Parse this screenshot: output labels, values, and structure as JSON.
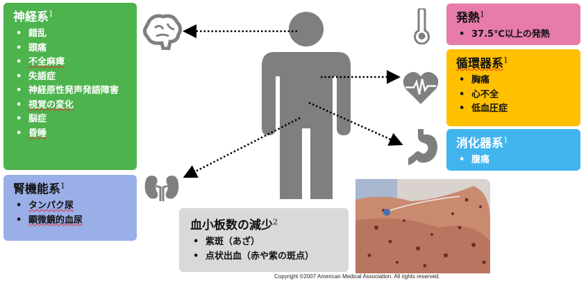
{
  "nervous": {
    "title": "神経系",
    "ref": "1",
    "items": [
      "錯乱",
      "頭痛",
      "不全麻痺",
      "失語症",
      "神経原性発声発語障害",
      "視覚の変化",
      "脳症",
      "昏睡"
    ]
  },
  "fever": {
    "title": "発熱",
    "ref": "1",
    "items": [
      "37.5℃以上の発熱"
    ]
  },
  "cardio": {
    "title": "循環器系",
    "ref": "1",
    "items": [
      "胸痛",
      "心不全",
      "低血圧症"
    ]
  },
  "digestive": {
    "title": "消化器系",
    "ref": "1",
    "items": [
      "腹痛"
    ]
  },
  "renal": {
    "title": "腎機能系",
    "ref": "1",
    "items": [
      "タンパク尿",
      "顕微鏡的血尿"
    ]
  },
  "platelet": {
    "title": "血小板数の減少",
    "ref": "2",
    "items": [
      "紫斑（あざ）",
      "点状出血（赤や紫の斑点）"
    ]
  },
  "copyright": "Copyright ©2007 American Medical Association. All rights reserved.",
  "colors": {
    "green": "#4db34d",
    "pink": "#e77ba9",
    "yellow": "#ffc000",
    "blue": "#41b4ee",
    "lavender": "#9aaee8",
    "gray": "#d9d9d9",
    "icon": "#7f7f7f"
  }
}
